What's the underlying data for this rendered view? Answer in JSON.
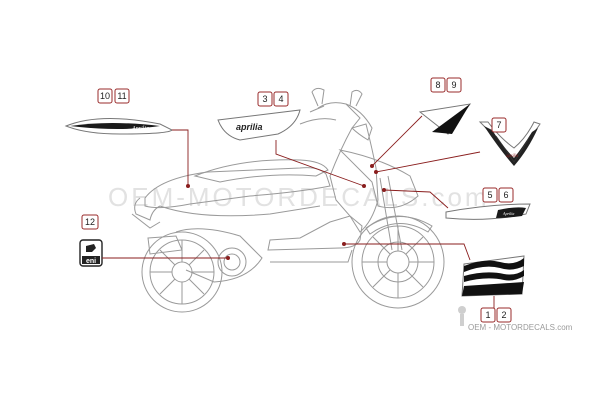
{
  "watermark": {
    "main": "OEM-MOTORDECALS.com",
    "footer": "OEM - MOTORDECALS.com"
  },
  "callouts": [
    {
      "id": "tag-10",
      "label": "10"
    },
    {
      "id": "tag-11",
      "label": "11"
    },
    {
      "id": "tag-3",
      "label": "3"
    },
    {
      "id": "tag-4",
      "label": "4"
    },
    {
      "id": "tag-8",
      "label": "8"
    },
    {
      "id": "tag-9",
      "label": "9"
    },
    {
      "id": "tag-7",
      "label": "7"
    },
    {
      "id": "tag-5",
      "label": "5"
    },
    {
      "id": "tag-6",
      "label": "6"
    },
    {
      "id": "tag-12",
      "label": "12"
    },
    {
      "id": "tag-1",
      "label": "1"
    },
    {
      "id": "tag-2",
      "label": "2"
    }
  ],
  "decal_text": {
    "side_logo": "aprilia",
    "front_logo": "aprilia",
    "fuel_logo": "eni",
    "tail_script": "Aprilia",
    "side_script": "Aprilia"
  },
  "colors": {
    "callout_border": "#9a2b2b",
    "leader_line": "#8a1e1e",
    "outline": "#9a9a9a"
  }
}
